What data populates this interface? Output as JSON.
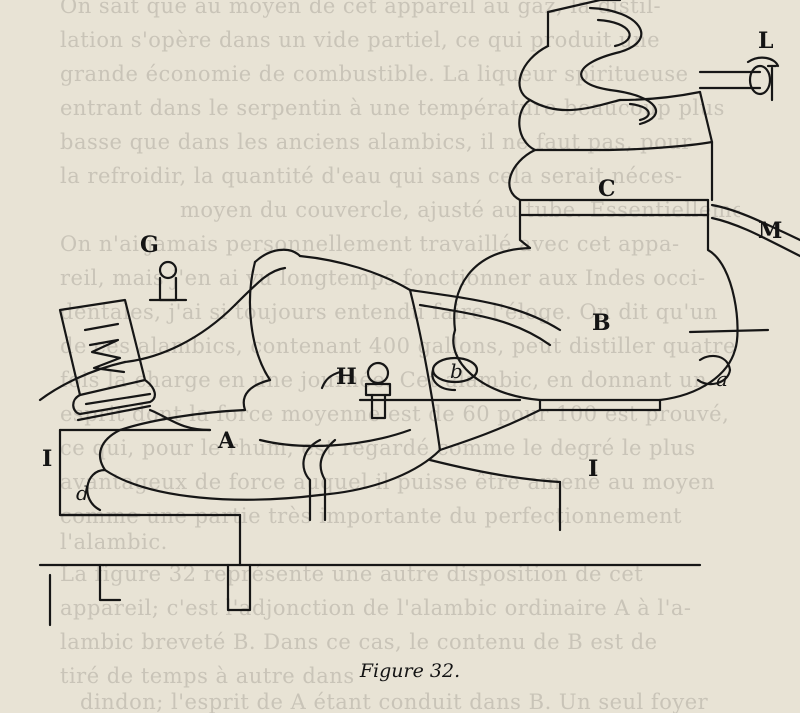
{
  "figure": {
    "caption": "Figure 32.",
    "labels": {
      "L": "L",
      "M": "M",
      "C": "C",
      "B": "B",
      "G": "G",
      "H": "H",
      "A": "A",
      "I_left": "I",
      "I_right": "I",
      "a": "a",
      "b": "b",
      "d": "d"
    }
  },
  "bleed_text": [
    "On sait que au moyen de cet appareil au gaz, la distil-",
    "lation s'opère dans un vide partiel, ce qui produit une",
    "grande économie de combustible. La liqueur spiritueuse",
    "entrant dans le serpentin à une température beaucoup plus",
    "basse que dans les anciens alambics, il ne faut pas, pour",
    "la refroidir, la quantité d'eau qui sans cela serait néces-",
    "moyen du couvercle, ajusté au tube. Essentiellement la",
    "On n'ai jamais personnellement travaillé avec cet appa-",
    "reil, mais j'en ai vu longtemps fonctionner aux Indes occi-",
    "dentales, j'ai si toujours entendu faire l'éloge. On dit qu'un",
    "de ces alambics, contenant 400 gallons, peut distiller quatre",
    "fois la charge en une journée. Cet alambic, en donnant un",
    "esprit dont la force moyenne est de 60 pour 100 est prouvé,",
    "ce qui, pour le rhum, est regardé comme le degré le plus",
    "avantageux de force auquel il puisse être amené au moyen",
    "comme une partie très importante du perfectionnement",
    "l'alambic.",
    "La figure 32 représente une autre disposition de cet",
    "appareil; c'est l'adjonction de l'alambic ordinaire A à l'a-",
    "lambic breveté B. Dans ce cas, le contenu de B est de",
    "tiré de temps à autre dans celui de A coulé dans le",
    "dindon; l'esprit de A étant conduit dans B. Un seul foyer"
  ]
}
